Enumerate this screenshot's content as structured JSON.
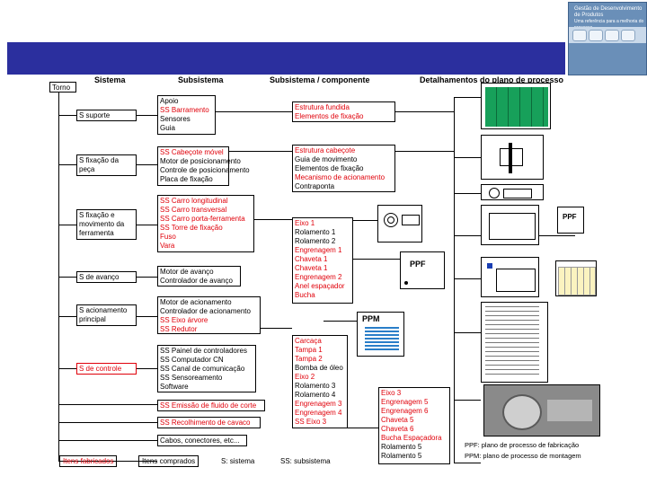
{
  "logo": {
    "text": "Gestão de Desenvolvimento de Produtos",
    "sub": "Uma referência para a melhoria do processo"
  },
  "headers": {
    "sistema": "Sistema",
    "subsistema": "Subsistema",
    "componente": "Subsistema / componente",
    "detalhamentos": "Detalhamentos do plano de processo"
  },
  "root": "Torno",
  "systems": [
    "S suporte",
    "S fixação da peça",
    "S fixação e movimento da ferramenta",
    "S de avanço",
    "S acionamento principal",
    "S de controle"
  ],
  "subsystems": {
    "g1": [
      {
        "t": "Apoio",
        "r": false
      },
      {
        "t": "SS Barramento",
        "r": true
      },
      {
        "t": "Sensores",
        "r": false
      },
      {
        "t": "Guia",
        "r": false
      }
    ],
    "g2": [
      {
        "t": "SS Cabeçote móvel",
        "r": true
      },
      {
        "t": "Motor de posicionamento",
        "r": false
      },
      {
        "t": "Controle de posicionamento",
        "r": false
      },
      {
        "t": "Placa de fixação",
        "r": false
      }
    ],
    "g3": [
      {
        "t": "SS Carro longitudinal",
        "r": true
      },
      {
        "t": "SS Carro transversal",
        "r": true
      },
      {
        "t": "SS Carro porta-ferramenta",
        "r": true
      },
      {
        "t": "SS Torre de fixação",
        "r": true
      },
      {
        "t": "Fuso",
        "r": true
      },
      {
        "t": "Vara",
        "r": true
      }
    ],
    "g4": [
      {
        "t": "Motor de avanço",
        "r": false
      },
      {
        "t": "Controlador de avanço",
        "r": false
      }
    ],
    "g5": [
      {
        "t": "Motor de acionamento",
        "r": false
      },
      {
        "t": "Controlador de acionamento",
        "r": false
      },
      {
        "t": "SS Eixo árvore",
        "r": true
      },
      {
        "t": "SS Redutor",
        "r": true
      }
    ],
    "g6": [
      {
        "t": "SS Painel de controladores",
        "r": false
      },
      {
        "t": "SS Computador CN",
        "r": false
      },
      {
        "t": "SS Canal de comunicação",
        "r": false
      },
      {
        "t": "SS Sensoreamento",
        "r": false
      },
      {
        "t": "Software",
        "r": false
      }
    ],
    "g7": [
      {
        "t": "SS Emissão de fluido de corte",
        "r": true
      }
    ],
    "g8": [
      {
        "t": "SS Recolhimento de cavaco",
        "r": true
      }
    ],
    "g9": [
      {
        "t": "Cabos, conectores, etc...",
        "r": false
      }
    ]
  },
  "components": {
    "c1": [
      {
        "t": "Estrutura fundida",
        "r": true
      },
      {
        "t": "Elementos de fixação",
        "r": true
      }
    ],
    "c2": [
      {
        "t": "Estrutura cabeçote",
        "r": true
      },
      {
        "t": "Guia de movimento",
        "r": false
      },
      {
        "t": "Elementos de fixação",
        "r": false
      },
      {
        "t": "Mecanismo de acionamento",
        "r": true
      },
      {
        "t": "Contraponta",
        "r": false
      }
    ],
    "c3": [
      {
        "t": "Eixo 1",
        "r": true
      },
      {
        "t": "Rolamento 1",
        "r": false
      },
      {
        "t": "Rolamento 2",
        "r": false
      },
      {
        "t": "Engrenagem 1",
        "r": true
      },
      {
        "t": "Chaveta 1",
        "r": true
      },
      {
        "t": "Chaveta 1",
        "r": true
      },
      {
        "t": "Engrenagem 2",
        "r": true
      },
      {
        "t": "Anel espaçador",
        "r": true
      },
      {
        "t": "Bucha",
        "r": true
      }
    ],
    "c4": [
      {
        "t": "Carcaça",
        "r": true
      },
      {
        "t": "Tampa 1",
        "r": true
      },
      {
        "t": "Tampa 2",
        "r": true
      },
      {
        "t": "Bomba de óleo",
        "r": false
      },
      {
        "t": "Eixo 2",
        "r": true
      },
      {
        "t": "Rolamento 3",
        "r": false
      },
      {
        "t": "Rolamento 4",
        "r": false
      },
      {
        "t": "Engrenagem 3",
        "r": true
      },
      {
        "t": "Engrenagem 4",
        "r": true
      },
      {
        "t": "SS Eixo 3",
        "r": true
      }
    ],
    "c5": [
      {
        "t": "Eixo 3",
        "r": true
      },
      {
        "t": "Engrenagem 5",
        "r": true
      },
      {
        "t": "Engrenagem 6",
        "r": true
      },
      {
        "t": "Chaveta 5",
        "r": true
      },
      {
        "t": "Chaveta 6",
        "r": true
      },
      {
        "t": "Bucha Espaçadora",
        "r": true
      },
      {
        "t": "Rolamento 5",
        "r": false
      },
      {
        "t": "Rolamento 5",
        "r": false
      }
    ]
  },
  "docs": {
    "ppf": "PPF",
    "ppm": "PPM"
  },
  "notes": [
    "PPF: plano de processo de fabricação",
    "PPM: plano de processo de montagem"
  ],
  "legend": {
    "fabricados": "Itens fabricados",
    "comprados": "Itens comprados",
    "s": "S: sistema",
    "ss": "SS: subsistema"
  },
  "colors": {
    "red": "#e0000a",
    "bar": "#2b2f9e",
    "green": "#17a05a"
  }
}
